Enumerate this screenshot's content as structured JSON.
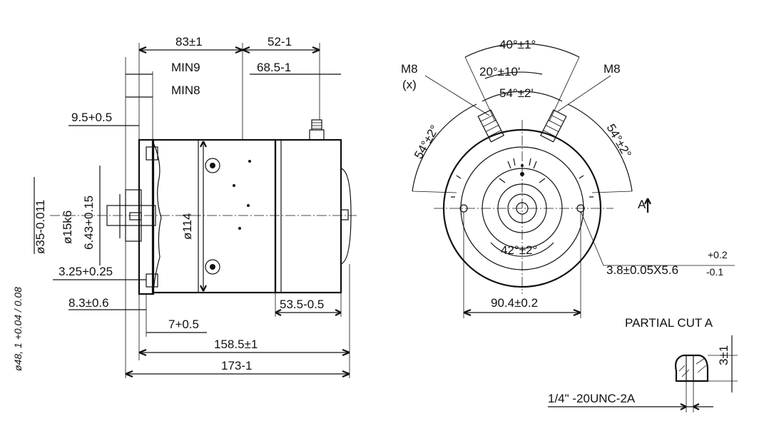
{
  "side_view": {
    "dims": {
      "d83": "83±1",
      "d52": "52-1",
      "min9": "MIN9",
      "d68": "68.5-1",
      "min8": "MIN8",
      "d9_5": "9.5+0.5",
      "d6_43": "6.43+0.15",
      "d35": "ø35-0.011",
      "d15": "ø15k6",
      "d3_25": "3.25+0.25",
      "d114": "ø114",
      "d8_3": "8.3±0.6",
      "d7": "7+0.5",
      "d53": "53.5-0.5",
      "d158": "158.5±1",
      "d173": "173-1"
    },
    "handwritten_note": "ø48, 1 +0.04 / 0.08"
  },
  "front_view": {
    "dims": {
      "m8_left": "M8",
      "m8_left_x": "(x)",
      "m8_right": "M8",
      "d40": "40°±1°",
      "d20": "20°±10'",
      "d54_top": "54°±2'",
      "d54_left": "54°±2°",
      "d54_right": "54°±2°",
      "d42": "42°±2°",
      "d3_8": "3.8±0.05X5.6",
      "tol_plus": "+0.2",
      "tol_minus": "-0.1",
      "d90": "90.4±0.2",
      "a_mark": "A"
    }
  },
  "partial_cut": {
    "title": "PARTIAL CUT A",
    "dim": "3±1",
    "thread": "1/4\" -20UNC-2A"
  },
  "colors": {
    "ink": "#111111",
    "paper": "#ffffff"
  }
}
